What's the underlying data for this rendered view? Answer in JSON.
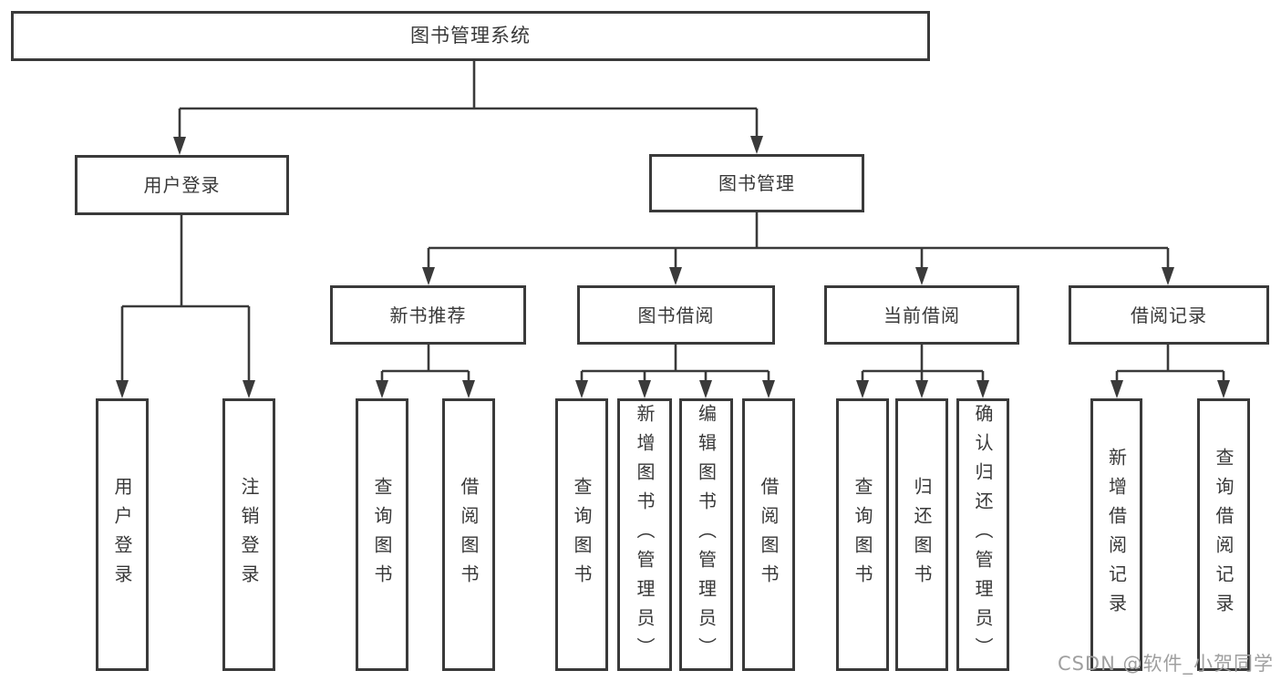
{
  "tree": {
    "root": {
      "label": "图书管理系统",
      "children": [
        {
          "label": "用户登录",
          "children": [
            {
              "label": "用户登录"
            },
            {
              "label": "注销登录"
            }
          ]
        },
        {
          "label": "图书管理",
          "children": [
            {
              "label": "新书推荐",
              "children": [
                {
                  "label": "查询图书"
                },
                {
                  "label": "借阅图书"
                }
              ]
            },
            {
              "label": "图书借阅",
              "children": [
                {
                  "label": "查询图书"
                },
                {
                  "label": "新增图书（管理员）"
                },
                {
                  "label": "编辑图书（管理员）"
                },
                {
                  "label": "借阅图书"
                }
              ]
            },
            {
              "label": "当前借阅",
              "children": [
                {
                  "label": "查询图书"
                },
                {
                  "label": "归还图书"
                },
                {
                  "label": "确认归还（管理员）"
                }
              ]
            },
            {
              "label": "借阅记录",
              "children": [
                {
                  "label": "新增借阅记录"
                },
                {
                  "label": "查询借阅记录"
                }
              ]
            }
          ]
        }
      ]
    }
  },
  "watermark": {
    "text": "CSDN @软件_小贺同学"
  },
  "colors": {
    "line": "#3a3a3a",
    "box_border": "#3a3a3a",
    "text": "#383838",
    "background": "#ffffff",
    "watermark": "#9f9f9f"
  }
}
